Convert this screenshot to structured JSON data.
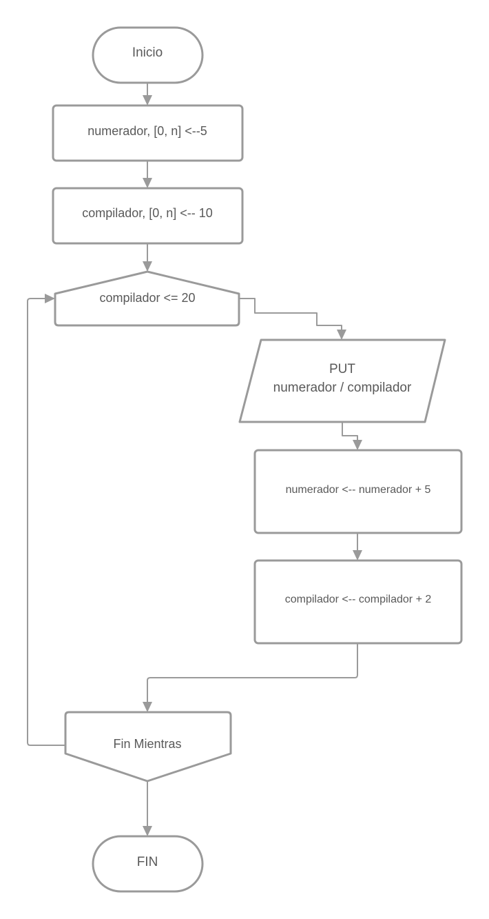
{
  "diagram": {
    "nodes": {
      "inicio": {
        "label": "Inicio"
      },
      "assign_numerador": {
        "label": "numerador, [0, n] <--5"
      },
      "assign_compilador": {
        "label": "compilador, [0, n] <-- 10"
      },
      "loop_condition": {
        "label": "compilador <= 20"
      },
      "output": {
        "line1": "PUT",
        "line2": "numerador / compilador"
      },
      "increment_numerador": {
        "label": "numerador <-- numerador + 5"
      },
      "increment_compilador": {
        "label": "compilador <-- compilador + 2"
      },
      "loop_end": {
        "label": "Fin Mientras"
      },
      "fin": {
        "label": "FIN"
      }
    },
    "colors": {
      "stroke": "#9a9a9a",
      "text": "#595959",
      "background": "#ffffff"
    }
  }
}
